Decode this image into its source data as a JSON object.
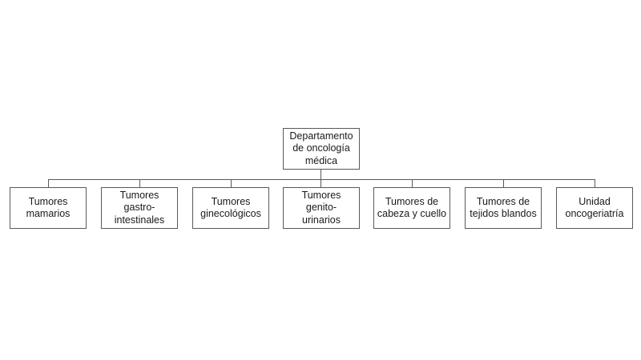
{
  "chart_data": {
    "type": "diagram",
    "diagram_type": "organizational-chart",
    "orientation": "top-down",
    "title": "",
    "language": "es",
    "root": {
      "id": "root",
      "label": "Departamento\nde oncología\nmédica",
      "label_plain": "Departamento de oncología médica"
    },
    "children": [
      {
        "id": "tumores-mamarios",
        "label": "Tumores\nmamarios",
        "label_plain": "Tumores mamarios"
      },
      {
        "id": "tumores-gastrointestinales",
        "label": "Tumores gastro-\nintestinales",
        "label_plain": "Tumores gastro-intestinales"
      },
      {
        "id": "tumores-ginecologicos",
        "label": "Tumores\nginecológicos",
        "label_plain": "Tumores ginecológicos"
      },
      {
        "id": "tumores-genitourinarios",
        "label": "Tumores genito-\nurinarios",
        "label_plain": "Tumores genito-urinarios"
      },
      {
        "id": "tumores-cabeza-cuello",
        "label": "Tumores de\ncabeza y cuello",
        "label_plain": "Tumores de cabeza y cuello"
      },
      {
        "id": "tumores-tejidos-blandos",
        "label": "Tumores de\ntejidos blandos",
        "label_plain": "Tumores de tejidos blandos"
      },
      {
        "id": "unidad-oncogeriatria",
        "label": "Unidad\noncogeriatría",
        "label_plain": "Unidad oncogeriatría"
      }
    ],
    "colors": {
      "background": "#ffffff",
      "box_fill": "#ffffff",
      "box_border": "#595959",
      "connector": "#595959",
      "text": "#1a1a1a"
    }
  }
}
